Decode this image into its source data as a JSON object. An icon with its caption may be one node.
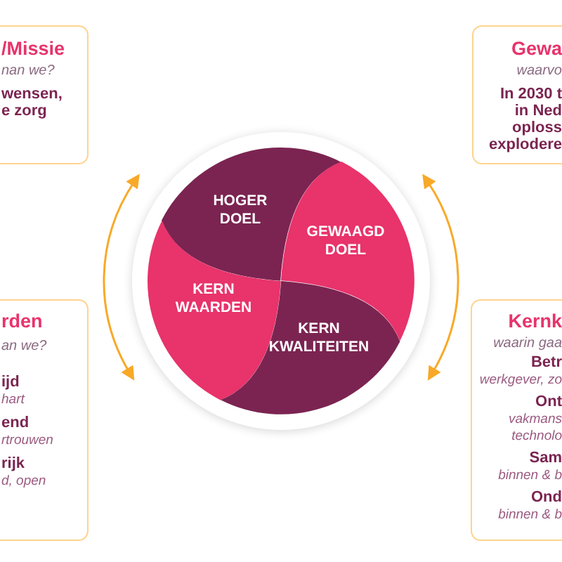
{
  "diagram": {
    "nodes": [
      {
        "text": [
          "/Missie",
          "nan we?",
          "wensen, e zorg"
        ]
      },
      {
        "text": [
          "Gewa",
          "waarvo",
          "In 2030 t in Ned oploss explodere"
        ]
      },
      {
        "text": [
          "HOGER DOEL"
        ]
      },
      {
        "text": [
          "GEWAAGD DOEL"
        ]
      },
      {
        "text": [
          "KERN WAARDEN"
        ]
      },
      {
        "text": [
          "KERN KWALITEITEN"
        ]
      },
      {
        "text": [
          "rden",
          "an we?",
          "ijd",
          "hart",
          "end",
          "rtrouwen",
          "rijk",
          "d, open"
        ]
      },
      {
        "text": [
          "Kernk",
          "waarin gaa",
          "Betr",
          "werkgever, zo",
          "Ont",
          "vakmans technolo",
          "Sam",
          "binnen & b",
          "Ond",
          "binnen & b"
        ]
      }
    ]
  }
}
